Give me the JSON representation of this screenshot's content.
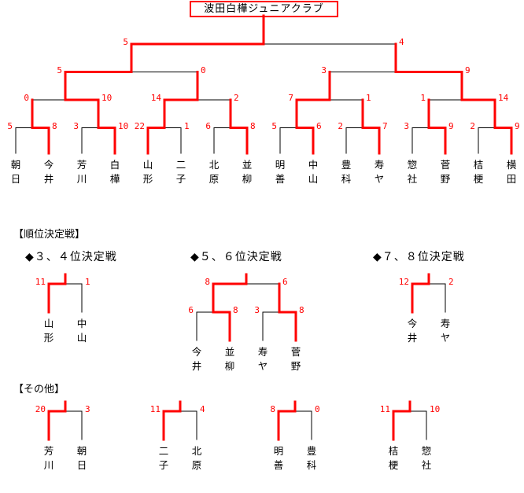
{
  "colors": {
    "winner_line": "#ff0000",
    "line": "#000000",
    "score": "#ff0000"
  },
  "title": "波田白樺ジュニアクラブ",
  "main": {
    "final": {
      "scores": [
        5,
        4
      ],
      "children": [
        {
          "scores": [
            5,
            0
          ],
          "children": [
            {
              "scores": [
                0,
                10
              ],
              "children": [
                {
                  "scores": [
                    5,
                    8
                  ],
                  "children": [
                    {
                      "name": "朝日"
                    },
                    {
                      "name": "今井"
                    }
                  ]
                },
                {
                  "scores": [
                    3,
                    10
                  ],
                  "children": [
                    {
                      "name": "芳川"
                    },
                    {
                      "name": "白樺"
                    }
                  ]
                }
              ]
            },
            {
              "scores": [
                14,
                2
              ],
              "children": [
                {
                  "scores": [
                    22,
                    1
                  ],
                  "children": [
                    {
                      "name": "山形"
                    },
                    {
                      "name": "二子"
                    }
                  ]
                },
                {
                  "scores": [
                    6,
                    8
                  ],
                  "children": [
                    {
                      "name": "北原"
                    },
                    {
                      "name": "並柳"
                    }
                  ]
                }
              ]
            }
          ]
        },
        {
          "scores": [
            3,
            9
          ],
          "children": [
            {
              "scores": [
                7,
                1
              ],
              "children": [
                {
                  "scores": [
                    5,
                    6
                  ],
                  "children": [
                    {
                      "name": "明善"
                    },
                    {
                      "name": "中山"
                    }
                  ]
                },
                {
                  "scores": [
                    2,
                    7
                  ],
                  "children": [
                    {
                      "name": "豊科"
                    },
                    {
                      "name": "寿ヤ"
                    }
                  ]
                }
              ]
            },
            {
              "scores": [
                1,
                14
              ],
              "children": [
                {
                  "scores": [
                    3,
                    9
                  ],
                  "children": [
                    {
                      "name": "惣社"
                    },
                    {
                      "name": "菅野"
                    }
                  ]
                },
                {
                  "scores": [
                    2,
                    9
                  ],
                  "children": [
                    {
                      "name": "桔梗"
                    },
                    {
                      "name": "横田"
                    }
                  ]
                }
              ]
            }
          ]
        }
      ]
    }
  },
  "placement": {
    "heading": "【順位決定戦】",
    "matches": [
      {
        "title": "◆３、４位決定戦",
        "bracket": {
          "scores": [
            11,
            1
          ],
          "children": [
            {
              "name": "山形"
            },
            {
              "name": "中山"
            }
          ]
        }
      },
      {
        "title": "◆５、６位決定戦",
        "bracket": {
          "scores": [
            8,
            6
          ],
          "children": [
            {
              "scores": [
                6,
                8
              ],
              "children": [
                {
                  "name": "今井"
                },
                {
                  "name": "並柳"
                }
              ]
            },
            {
              "scores": [
                3,
                8
              ],
              "children": [
                {
                  "name": "寿ヤ"
                },
                {
                  "name": "菅野"
                }
              ]
            }
          ]
        }
      },
      {
        "title": "◆７、８位決定戦",
        "bracket": {
          "scores": [
            12,
            2
          ],
          "children": [
            {
              "name": "今井"
            },
            {
              "name": "寿ヤ"
            }
          ]
        }
      }
    ]
  },
  "others": {
    "heading": "【その他】",
    "matches": [
      {
        "bracket": {
          "scores": [
            20,
            3
          ],
          "children": [
            {
              "name": "芳川"
            },
            {
              "name": "朝日"
            }
          ]
        }
      },
      {
        "bracket": {
          "scores": [
            11,
            4
          ],
          "children": [
            {
              "name": "二子"
            },
            {
              "name": "北原"
            }
          ]
        }
      },
      {
        "bracket": {
          "scores": [
            8,
            0
          ],
          "children": [
            {
              "name": "明善"
            },
            {
              "name": "豊科"
            }
          ]
        }
      },
      {
        "bracket": {
          "scores": [
            11,
            10
          ],
          "children": [
            {
              "name": "桔梗"
            },
            {
              "name": "惣社"
            }
          ]
        }
      }
    ]
  }
}
